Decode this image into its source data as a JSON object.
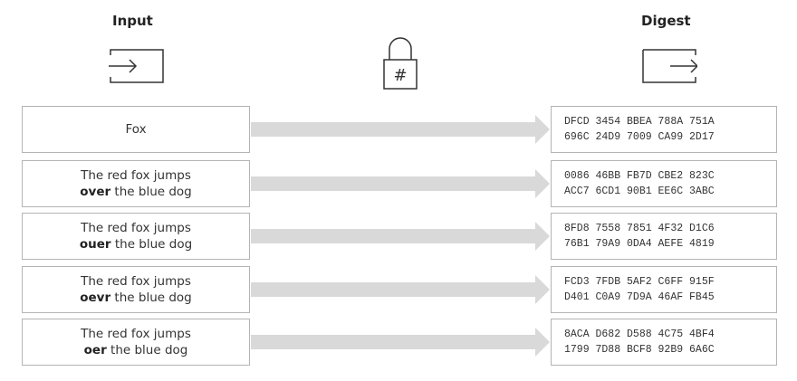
{
  "headers": {
    "input": "Input",
    "digest": "Digest"
  },
  "icons": {
    "input_icon": "input-arrow-icon",
    "lock_icon": "hash-lock-icon",
    "lock_symbol": "#",
    "digest_icon": "output-arrow-icon"
  },
  "colors": {
    "arrow": "#d9d9d9",
    "box_border": "#b4b4b4"
  },
  "rows": [
    {
      "line1": "Fox",
      "bold": "",
      "rest": "",
      "digest_line1": "DFCD 3454 BBEA 788A 751A",
      "digest_line2": "696C 24D9 7009 CA99 2D17"
    },
    {
      "line1": "The red fox jumps",
      "bold": "over",
      "rest": " the blue dog",
      "digest_line1": "0086 46BB FB7D CBE2 823C",
      "digest_line2": "ACC7 6CD1 90B1 EE6C 3ABC"
    },
    {
      "line1": "The red fox jumps",
      "bold": "ouer",
      "rest": " the blue dog",
      "digest_line1": "8FD8 7558 7851 4F32 D1C6",
      "digest_line2": "76B1 79A9 0DA4 AEFE 4819"
    },
    {
      "line1": "The red fox jumps",
      "bold": "oevr",
      "rest": " the blue dog",
      "digest_line1": "FCD3 7FDB 5AF2 C6FF 915F",
      "digest_line2": "D401 C0A9 7D9A 46AF FB45"
    },
    {
      "line1": "The red fox jumps",
      "bold": "oer",
      "rest": " the blue dog",
      "digest_line1": "8ACA D682 D588 4C75 4BF4",
      "digest_line2": "1799 7D88 BCF8 92B9 6A6C"
    }
  ]
}
